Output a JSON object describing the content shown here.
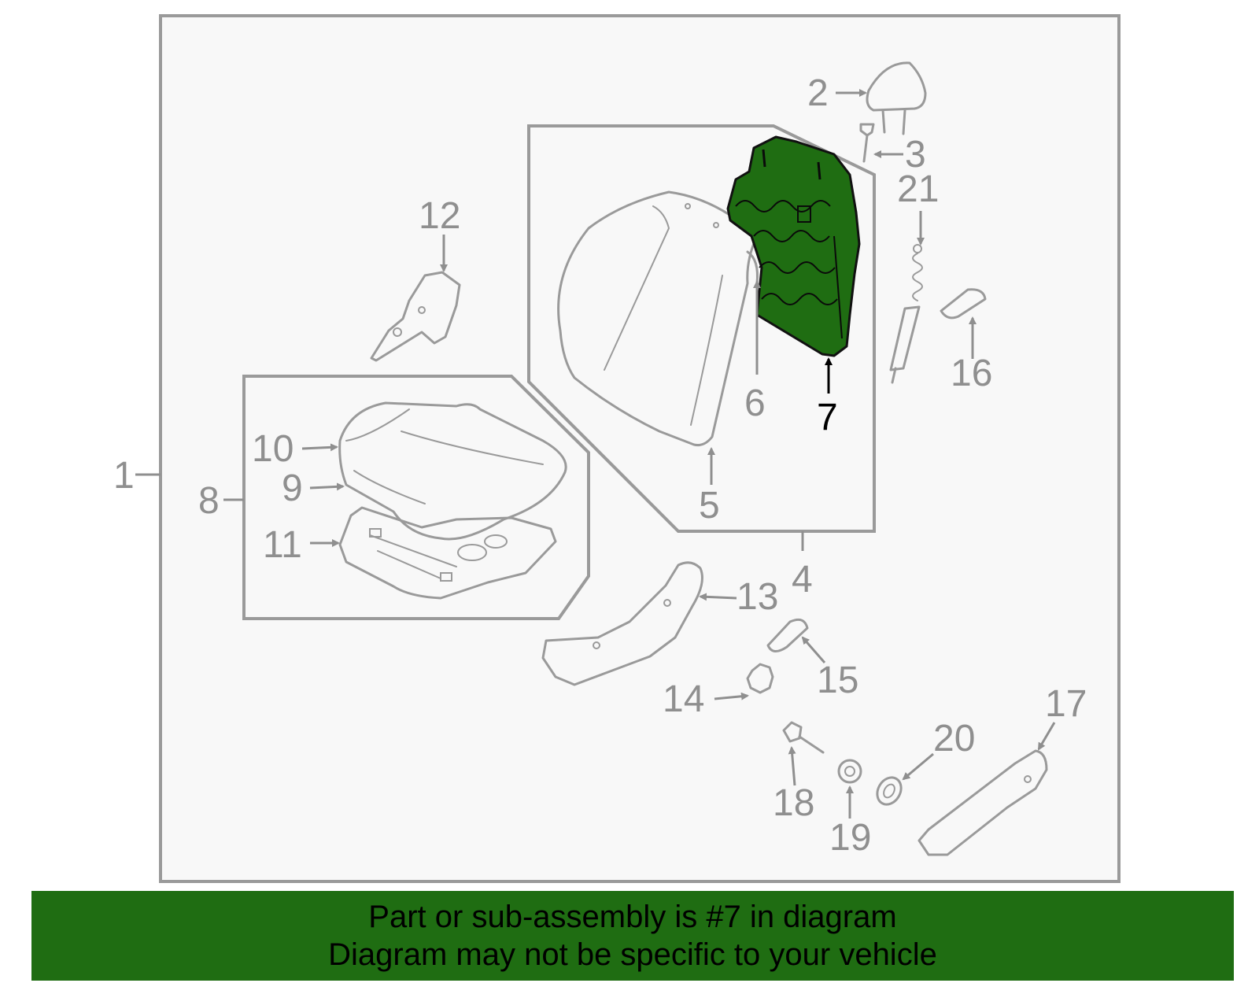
{
  "diagram": {
    "callouts": {
      "c1": "1",
      "c2": "2",
      "c3": "3",
      "c4": "4",
      "c5": "5",
      "c6": "6",
      "c7": "7",
      "c8": "8",
      "c9": "9",
      "c10": "10",
      "c11": "11",
      "c12": "12",
      "c13": "13",
      "c14": "14",
      "c15": "15",
      "c16": "16",
      "c17": "17",
      "c18": "18",
      "c19": "19",
      "c20": "20",
      "c21": "21"
    },
    "highlighted_part": "7",
    "colors": {
      "highlight_fill": "#1f6d12",
      "outline": "#9a9a9a",
      "background": "#f8f8f8"
    }
  },
  "banner": {
    "line1": "Part or sub-assembly is #7 in diagram",
    "line2": "Diagram may not be specific to your vehicle",
    "background": "#1f6d12"
  }
}
